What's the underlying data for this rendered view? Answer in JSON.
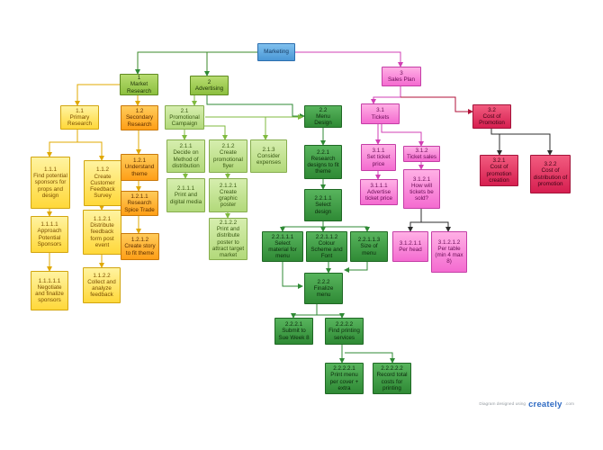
{
  "nodes": {
    "marketing": {
      "label": "Marketing"
    },
    "n1": {
      "id": "1",
      "label": "Market Research"
    },
    "n2": {
      "id": "2",
      "label": "Advertising"
    },
    "n3": {
      "id": "3",
      "label": "Sales Plan"
    },
    "n11": {
      "id": "1.1",
      "label": "Primary Research"
    },
    "n12": {
      "id": "1.2",
      "label": "Secondary Research"
    },
    "n21": {
      "id": "2.1",
      "label": "Promotional Campaign"
    },
    "n22": {
      "id": "2.2",
      "label": "Menu Design"
    },
    "n31": {
      "id": "3.1",
      "label": "Tickets"
    },
    "n32": {
      "id": "3.2",
      "label": "Cost of Promotion"
    },
    "n111": {
      "id": "1.1.1",
      "label": "Find potential sponsors for props and design"
    },
    "n112": {
      "id": "1.1.2",
      "label": "Create Customer Feedback Survey"
    },
    "n121": {
      "id": "1.2.1",
      "label": "Understand theme"
    },
    "n1111": {
      "id": "1.1.1.1",
      "label": "Approach Potential Sponsors"
    },
    "n11111": {
      "id": "1.1.1.1.1",
      "label": "Negotiate and finalize sponsors"
    },
    "n1121": {
      "id": "1.1.2.1",
      "label": "Distribute feedback form post event"
    },
    "n1122": {
      "id": "1.1.2.2",
      "label": "Collect and analyze feedback"
    },
    "n1211": {
      "id": "1.2.1.1",
      "label": "Research Spice Trade"
    },
    "n1212": {
      "id": "1.2.1.2",
      "label": "Create story to fit theme"
    },
    "n211": {
      "id": "2.1.1",
      "label": "Decide on Method of distribution"
    },
    "n212": {
      "id": "2.1.2",
      "label": "Create promotional flyer"
    },
    "n213": {
      "id": "2.1.3",
      "label": "Consider expenses"
    },
    "n2111": {
      "id": "2.1.1.1",
      "label": "Print and digital media"
    },
    "n2121": {
      "id": "2.1.2.1",
      "label": "Create graphic poster"
    },
    "n2122": {
      "id": "2.1.2.2",
      "label": "Print and distribute poster to attract target market"
    },
    "n221": {
      "id": "2.2.1",
      "label": "Research designs to fit theme"
    },
    "n2211": {
      "id": "2.2.1.1",
      "label": "Select design"
    },
    "n22111": {
      "id": "2.2.1.1.1",
      "label": "Select material for menu"
    },
    "n22112": {
      "id": "2.2.1.1.2",
      "label": "Colour Scheme and Font"
    },
    "n22113": {
      "id": "2.2.1.1.3",
      "label": "Size of menu"
    },
    "n222": {
      "id": "2.2.2",
      "label": "Finalize menu"
    },
    "n2221": {
      "id": "2.2.2.1",
      "label": "Submit to Sue Week 8"
    },
    "n2222": {
      "id": "2.2.2.2",
      "label": "Find printing services"
    },
    "n22221": {
      "id": "2.2.2.2.1",
      "label": "Print menu per cover + extra"
    },
    "n22222": {
      "id": "2.2.2.2.2",
      "label": "Record total costs for printing"
    },
    "n311": {
      "id": "3.1.1",
      "label": "Set ticket price"
    },
    "n312": {
      "id": "3.1.2",
      "label": "Ticket sales"
    },
    "n3111": {
      "id": "3.1.1.1",
      "label": "Advertise ticket price"
    },
    "n3121": {
      "id": "3.1.2.1",
      "label": "How will tickets be sold?"
    },
    "n31211": {
      "id": "3.1.2.1.1",
      "label": "Per head"
    },
    "n31212": {
      "id": "3.1.2.1.2",
      "label": "Per table (min 4 max 8)"
    },
    "n321": {
      "id": "3.2.1",
      "label": "Cost of promotion creation"
    },
    "n322": {
      "id": "3.2.2",
      "label": "Cost of distribution of promotion"
    }
  },
  "footer": {
    "text": "Diagram designed using",
    "brand": "creately",
    "brand_suffix": ".com"
  },
  "colors": {
    "root": "#4a97d6",
    "level1": "#8cbf3f",
    "primary_research": "#ffd83a",
    "secondary_research": "#ff9f17",
    "promo_campaign": "#b2d97a",
    "menu_design": "#2f8a35",
    "sales_plan": "#f46bd0",
    "cost_of_promotion": "#d61f50",
    "connector_yellow": "#e0a800",
    "connector_green": "#7fba3f",
    "connector_dgreen": "#2f8a35",
    "connector_pink": "#d23fb4",
    "connector_red": "#b01238",
    "connector_dark": "#2e2e2e"
  }
}
